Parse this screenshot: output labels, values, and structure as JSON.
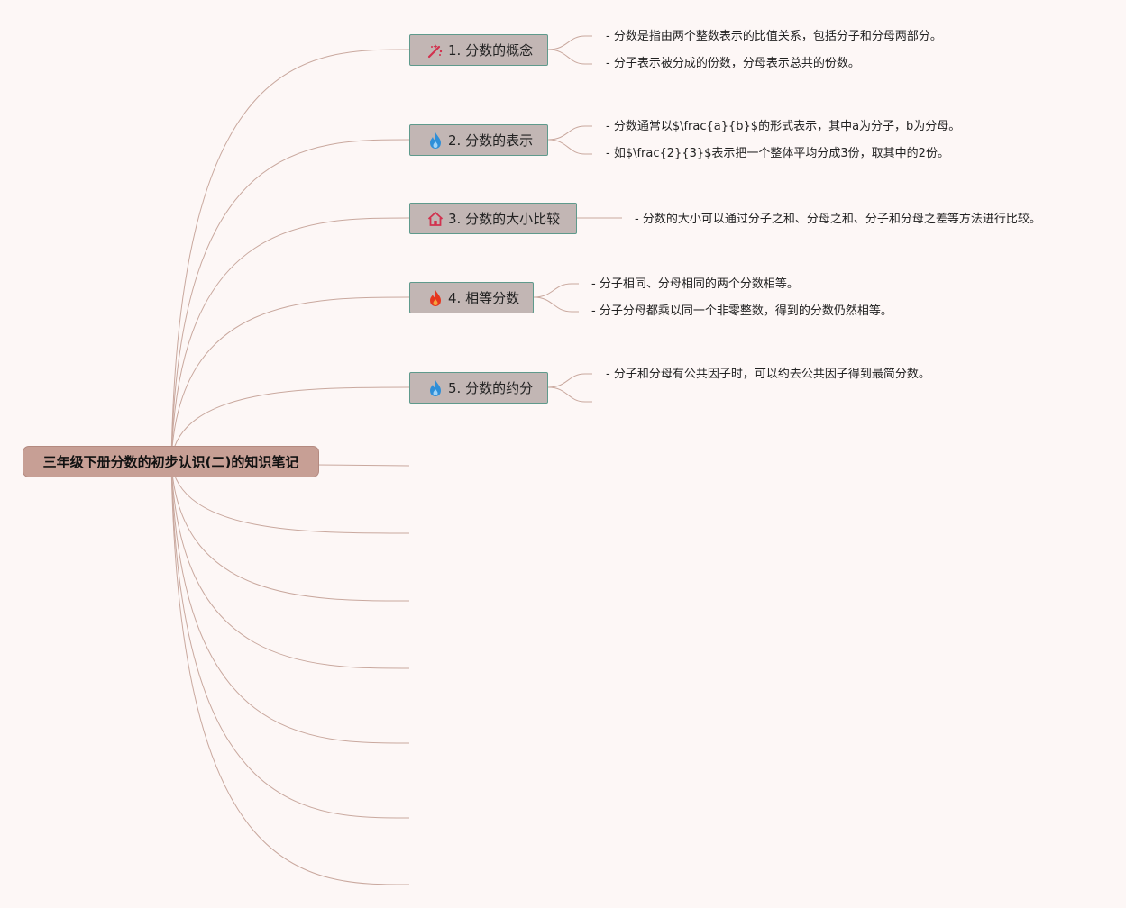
{
  "root": {
    "title": "三年级下册分数的初步认识(二)的知识笔记"
  },
  "colors": {
    "background": "#fdf7f6",
    "root_fill": "#c79f95",
    "branch_fill": "#c2b6b4",
    "branch_border": "#5f9a8c",
    "link": "#c9a89e"
  },
  "branches": [
    {
      "label": "1. 分数的概念",
      "icon": "magic-wand-icon",
      "notes": [
        "- 分数是指由两个整数表示的比值关系，包括分子和分母两部分。",
        "- 分子表示被分成的份数，分母表示总共的份数。"
      ]
    },
    {
      "label": "2. 分数的表示",
      "icon": "blue-flame-icon",
      "notes": [
        "- 分数通常以$\\frac{a}{b}$的形式表示，其中a为分子，b为分母。",
        "- 如$\\frac{2}{3}$表示把一个整体平均分成3份，取其中的2份。"
      ]
    },
    {
      "label": "3. 分数的大小比较",
      "icon": "house-icon",
      "notes": [
        "- 分数的大小可以通过分子之和、分母之和、分子和分母之差等方法进行比较。"
      ]
    },
    {
      "label": "4. 相等分数",
      "icon": "red-flame-icon",
      "notes": [
        "- 分子相同、分母相同的两个分数相等。",
        "- 分子分母都乘以同一个非零整数，得到的分数仍然相等。"
      ]
    },
    {
      "label": "5. 分数的约分",
      "icon": "blue-flame-icon",
      "notes": [
        "- 分子和分母有公共因子时，可以约去公共因子得到最简分数。"
      ]
    }
  ]
}
